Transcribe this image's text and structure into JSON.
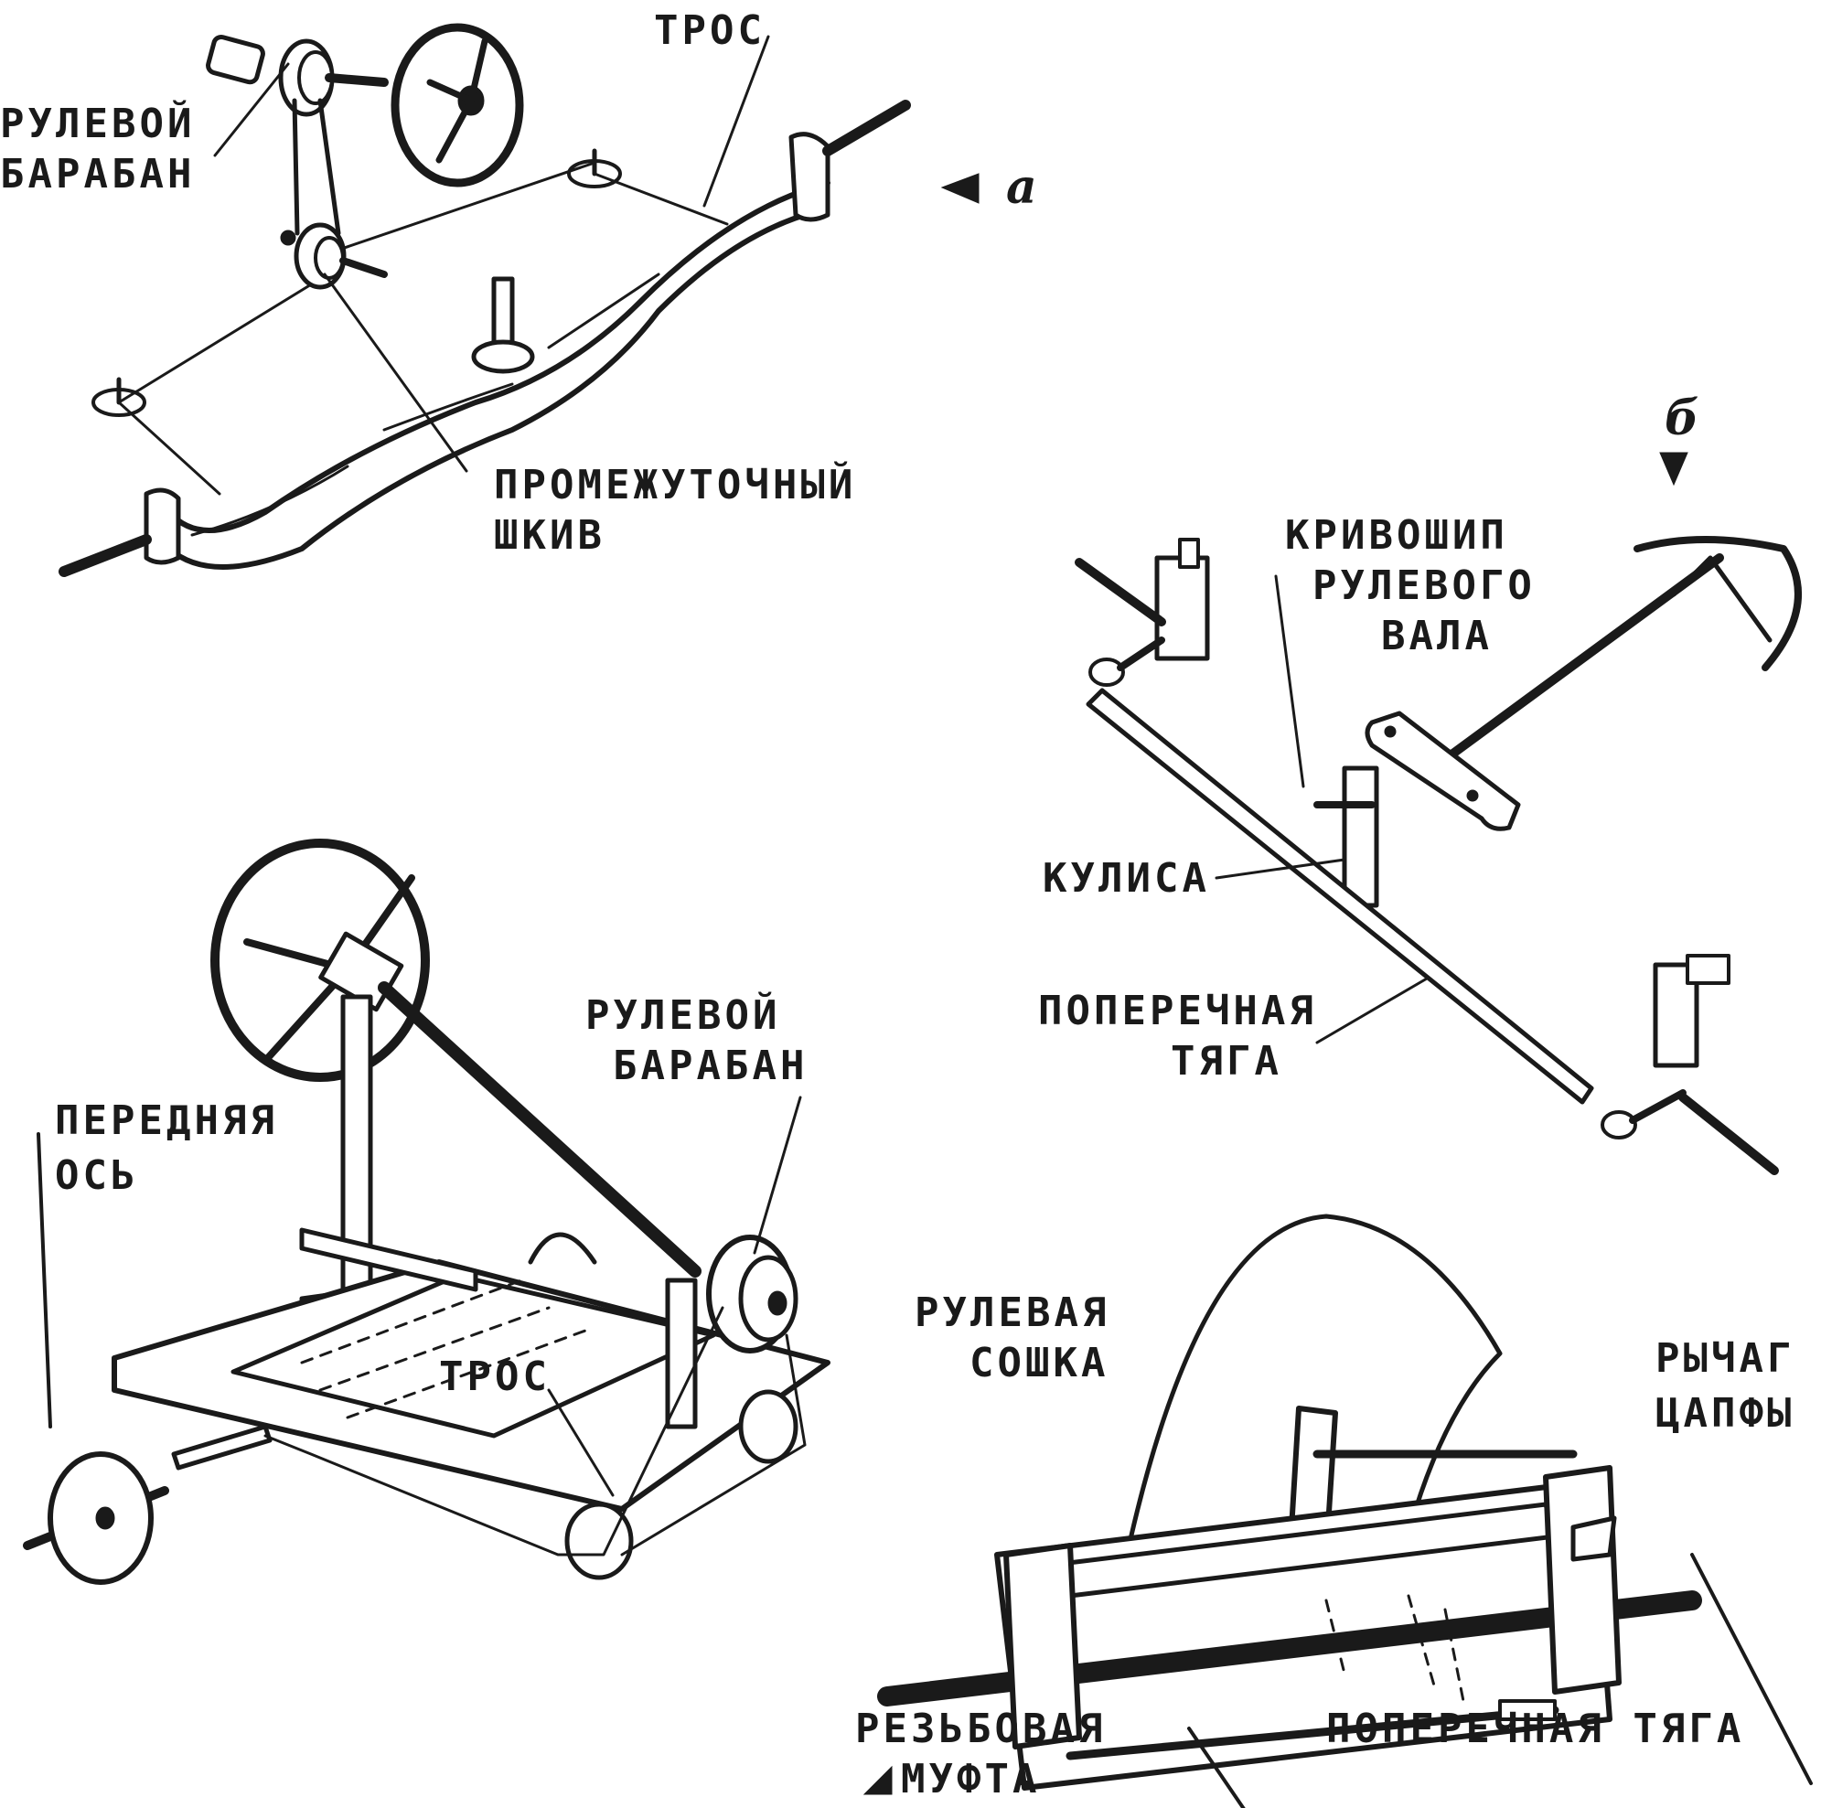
{
  "labels": {
    "a_drum": [
      "РУЛЕВОЙ",
      "БАРАБАН"
    ],
    "a_cable": "ТРОС",
    "a_pulley": [
      "ПРОМЕЖУТОЧНЫЙ",
      "ШКИВ"
    ],
    "b_crank": [
      "КРИВОШИП",
      "РУЛЕВОГО",
      "ВАЛА"
    ],
    "b_link": "КУЛИСА",
    "b_rod": [
      "ПОПЕРЕЧНАЯ",
      "ТЯГА"
    ],
    "c_axle": [
      "ПЕРЕДНЯЯ",
      "ОСЬ"
    ],
    "c_drum": [
      "РУЛЕВОЙ",
      "БАРАБАН"
    ],
    "c_cable": "ТРОС",
    "d_arm": [
      "РУЛЕВАЯ",
      "СОШКА"
    ],
    "d_lever": [
      "РЫЧАГ",
      "ЦАПФЫ"
    ],
    "d_coupling": [
      "РЕЗЬБОВАЯ",
      "МУФТА"
    ],
    "d_rod": "ПОПЕРЕЧНАЯ ТЯГА"
  },
  "markers": {
    "a": "а",
    "b": "б"
  }
}
